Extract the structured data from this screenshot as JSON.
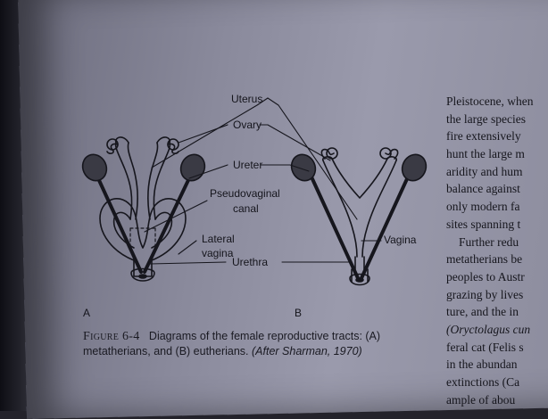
{
  "figure": {
    "labels": {
      "uterus": "Uterus",
      "ovary": "Ovary",
      "ureter": "Ureter",
      "pseudovaginal_1": "Pseudovaginal",
      "pseudovaginal_2": "canal",
      "lateral_1": "Lateral",
      "lateral_2": "vagina",
      "vagina": "Vagina",
      "urethra": "Urethra"
    },
    "panel_a": "A",
    "panel_b": "B"
  },
  "caption": {
    "number": "Figure 6-4",
    "text": "Diagrams of the female reproductive tracts: (A) metatherians, and (B) eutherians.",
    "citation": "(After Sharman, 1970)"
  },
  "body_text": [
    "Pleistocene, when",
    "the large species",
    "fire extensively",
    "hunt the large m",
    "aridity and hum",
    "balance against",
    "only modern fa",
    "sites spanning t",
    "Further redu",
    "metatherians be",
    "peoples to Austr",
    "grazing by lives",
    "ture, and the in",
    "(Oryctolagus cun",
    "feral cat (Felis s",
    "in the abundan",
    "extinctions (Ca",
    "ample of abou"
  ]
}
